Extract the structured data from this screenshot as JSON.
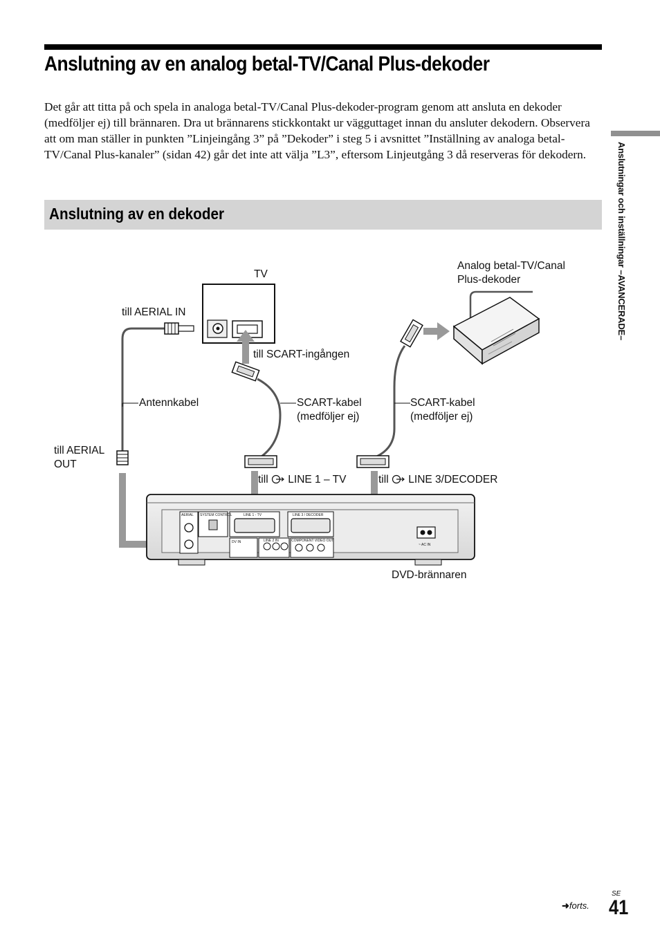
{
  "page": {
    "title": "Anslutning av en analog betal-TV/Canal Plus-dekoder",
    "intro": "Det går att titta på och spela in analoga betal-TV/Canal Plus-dekoder-program genom att ansluta en dekoder (medföljer ej) till brännaren. Dra ut brännarens stickkontakt ur vägguttaget innan du ansluter dekodern. Observera att om man ställer in punkten ”Linjeingång 3” på ”Dekoder” i steg 5 i avsnittet ”Inställning av analoga betal-TV/Canal Plus-kanaler” (sidan 42) går det inte att välja ”L3”, eftersom Linjeutgång 3 då reserveras för dekodern.",
    "section_title": "Anslutning av en dekoder",
    "side_label": "Anslutningar och inställningar –AVANCERADE–",
    "lang_code": "SE",
    "page_number": "41",
    "continued": "forts.",
    "continued_icon": "arrow-right-icon"
  },
  "diagram": {
    "tv": "TV",
    "decoder_l1": "Analog betal-TV/Canal",
    "decoder_l2": "Plus-dekoder",
    "aerial_in": "till AERIAL IN",
    "scart_in": "till SCART-ingången",
    "antenna_cable": "Antennkabel",
    "scart_cable_1_l1": "SCART-kabel",
    "scart_cable_1_l2": "(medföljer ej)",
    "scart_cable_2_l1": "SCART-kabel",
    "scart_cable_2_l2": "(medföljer ej)",
    "aerial_out_l1": "till AERIAL",
    "aerial_out_l2": "OUT",
    "line1_prefix": "till",
    "line1_label": "LINE 1 – TV",
    "line3_prefix": "till",
    "line3_label": "LINE 3/DECODER",
    "recorder": "DVD-brännaren",
    "panel": {
      "aerial": "AERIAL",
      "system_control": "SYSTEM CONTROL",
      "line1": "LINE 1 - TV",
      "line3": "LINE 3 / DECODER",
      "dv_in": "DV IN",
      "line2_in": "LINE 2 IN",
      "component": "COMPONENT VIDEO OUT",
      "ac_in": "~ AC IN"
    }
  }
}
